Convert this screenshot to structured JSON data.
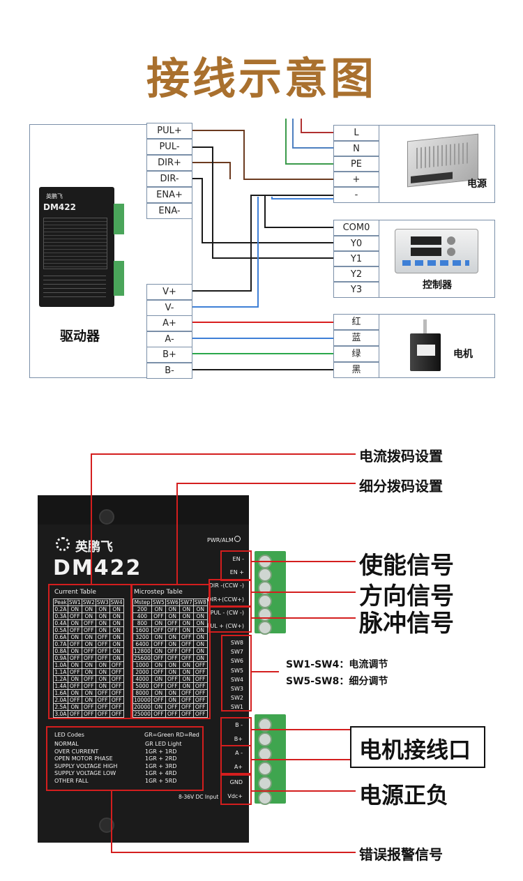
{
  "title": "接线示意图",
  "wiring": {
    "driver_left_terminals": [
      "PUL+",
      "PUL-",
      "DIR+",
      "DIR-",
      "ENA+",
      "ENA-"
    ],
    "driver_right_terminals": [
      "V+",
      "V-",
      "A+",
      "A-",
      "B+",
      "B-"
    ],
    "driver_label": "驱动器",
    "driver_model": "DM422",
    "driver_brand": "英鹏飞",
    "power_terminals": [
      "L",
      "N",
      "PE",
      "+",
      "-"
    ],
    "power_label": "电源",
    "controller_terminals": [
      "COM0",
      "Y0",
      "Y1",
      "Y2",
      "Y3"
    ],
    "controller_label": "控制器",
    "motor_terminals": [
      "红",
      "蓝",
      "绿",
      "黑"
    ],
    "motor_label": "电机",
    "colors": {
      "brown": "#6b3a1f",
      "black": "#1a1a1a",
      "blue": "#3e7fd6",
      "red": "#d81e1e",
      "green": "#2aa84a",
      "title": "#a9702e"
    }
  },
  "driver_photo": {
    "brand": "英鹏飞",
    "model": "DM422",
    "pwr_alm": "PWR/ALM",
    "current_table_title": "Current Table",
    "current_headers": [
      "Peak",
      "SW1",
      "SW2",
      "SW3",
      "SW4"
    ],
    "current_rows": [
      [
        "0.2A",
        "ON",
        "ON",
        "ON",
        "ON"
      ],
      [
        "0.3A",
        "OFF",
        "ON",
        "ON",
        "ON"
      ],
      [
        "0.4A",
        "ON",
        "OFF",
        "ON",
        "ON"
      ],
      [
        "0.5A",
        "OFF",
        "OFF",
        "ON",
        "ON"
      ],
      [
        "0.6A",
        "ON",
        "ON",
        "OFF",
        "ON"
      ],
      [
        "0.7A",
        "OFF",
        "ON",
        "OFF",
        "ON"
      ],
      [
        "0.8A",
        "ON",
        "OFF",
        "OFF",
        "ON"
      ],
      [
        "0.9A",
        "OFF",
        "OFF",
        "OFF",
        "ON"
      ],
      [
        "1.0A",
        "ON",
        "ON",
        "ON",
        "OFF"
      ],
      [
        "1.1A",
        "OFF",
        "ON",
        "ON",
        "OFF"
      ],
      [
        "1.2A",
        "ON",
        "OFF",
        "ON",
        "OFF"
      ],
      [
        "1.4A",
        "OFF",
        "OFF",
        "ON",
        "OFF"
      ],
      [
        "1.6A",
        "ON",
        "ON",
        "OFF",
        "OFF"
      ],
      [
        "2.0A",
        "OFF",
        "ON",
        "OFF",
        "OFF"
      ],
      [
        "2.5A",
        "ON",
        "OFF",
        "OFF",
        "OFF"
      ],
      [
        "3.0A",
        "OFF",
        "OFF",
        "OFF",
        "OFF"
      ]
    ],
    "microstep_table_title": "Microstep Table",
    "microstep_headers": [
      "Mstep",
      "SW5",
      "SW6",
      "SW7",
      "SW8"
    ],
    "microstep_rows": [
      [
        "200",
        "ON",
        "ON",
        "ON",
        "ON"
      ],
      [
        "400",
        "OFF",
        "ON",
        "ON",
        "ON"
      ],
      [
        "800",
        "ON",
        "OFF",
        "ON",
        "ON"
      ],
      [
        "1600",
        "OFF",
        "OFF",
        "ON",
        "ON"
      ],
      [
        "3200",
        "ON",
        "ON",
        "OFF",
        "ON"
      ],
      [
        "6400",
        "OFF",
        "ON",
        "OFF",
        "ON"
      ],
      [
        "12800",
        "ON",
        "OFF",
        "OFF",
        "ON"
      ],
      [
        "25600",
        "OFF",
        "OFF",
        "OFF",
        "ON"
      ],
      [
        "1000",
        "ON",
        "ON",
        "ON",
        "OFF"
      ],
      [
        "2000",
        "OFF",
        "ON",
        "ON",
        "OFF"
      ],
      [
        "4000",
        "ON",
        "OFF",
        "ON",
        "OFF"
      ],
      [
        "5000",
        "OFF",
        "OFF",
        "ON",
        "OFF"
      ],
      [
        "8000",
        "ON",
        "ON",
        "OFF",
        "OFF"
      ],
      [
        "10000",
        "OFF",
        "ON",
        "OFF",
        "OFF"
      ],
      [
        "20000",
        "ON",
        "OFF",
        "OFF",
        "OFF"
      ],
      [
        "25000",
        "OFF",
        "OFF",
        "OFF",
        "OFF"
      ]
    ],
    "led_codes_title": "LED Codes",
    "led_codes_legend": "GR=Green  RD=Red",
    "led_codes": [
      [
        "NORMAL",
        "GR LED Light"
      ],
      [
        "OVER CURRENT",
        "1GR + 1RD"
      ],
      [
        "OPEN MOTOR PHASE",
        "1GR + 2RD"
      ],
      [
        "SUPPLY VOLTAGE HIGH",
        "1GR + 3RD"
      ],
      [
        "SUPPLY VOLTAGE LOW",
        "1GR + 4RD"
      ],
      [
        "OTHER FALL",
        "1GR + 5RD"
      ]
    ],
    "input_voltage": "8-36V DC Input",
    "signal_terminals": [
      "EN -",
      "EN +",
      "DIR -(CCW -)",
      "DIR+(CCW+)",
      "PUL - (CW -)",
      "PUL + (CW+)"
    ],
    "switches": [
      "SW8",
      "SW7",
      "SW6",
      "SW5",
      "SW4",
      "SW3",
      "SW2",
      "SW1"
    ],
    "motor_terminals": [
      "B -",
      "B+",
      "A -",
      "A+"
    ],
    "power_terminals": [
      "GND",
      "Vdc+"
    ]
  },
  "annotations": {
    "current_dip": "电流拨码设置",
    "microstep_dip": "细分拨码设置",
    "enable_signal": "使能信号",
    "direction_signal": "方向信号",
    "pulse_signal": "脉冲信号",
    "sw14": "SW1-SW4：电流调节",
    "sw58": "SW5-SW8：细分调节",
    "motor_port": "电机接线口",
    "power_polarity": "电源正负",
    "alarm_signal": "错误报警信号"
  }
}
